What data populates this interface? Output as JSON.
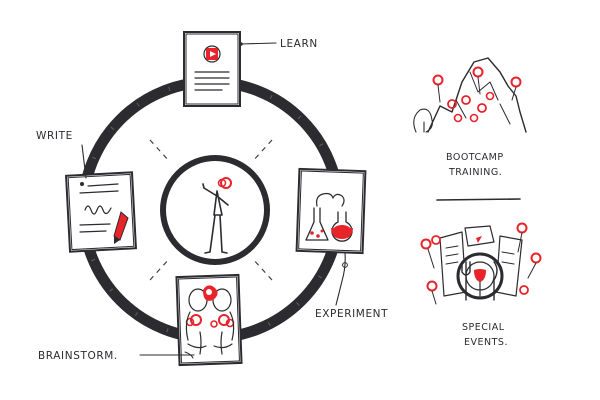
{
  "cycle": {
    "center_figure": "stick-figure-icon",
    "steps": [
      {
        "key": "learn",
        "label": "LEARN",
        "icon": "play-document-icon"
      },
      {
        "key": "experiment",
        "label": "EXPERIMENT",
        "icon": "lab-flask-icon"
      },
      {
        "key": "brainstorm",
        "label": "BRAINSTORM.",
        "icon": "brainstorm-people-icon"
      },
      {
        "key": "write",
        "label": "WRITE",
        "icon": "writing-document-icon"
      }
    ]
  },
  "offerings": [
    {
      "key": "bootcamp",
      "line1": "BOOTCAMP",
      "line2": "TRAINING.",
      "icon": "bootcamp-mountain-icon"
    },
    {
      "key": "events",
      "line1": "SPECIAL",
      "line2": "EVENTS.",
      "icon": "dinner-plate-icon"
    }
  ],
  "colors": {
    "ink": "#2b2b30",
    "accent": "#e8232a",
    "paper": "#ffffff"
  }
}
